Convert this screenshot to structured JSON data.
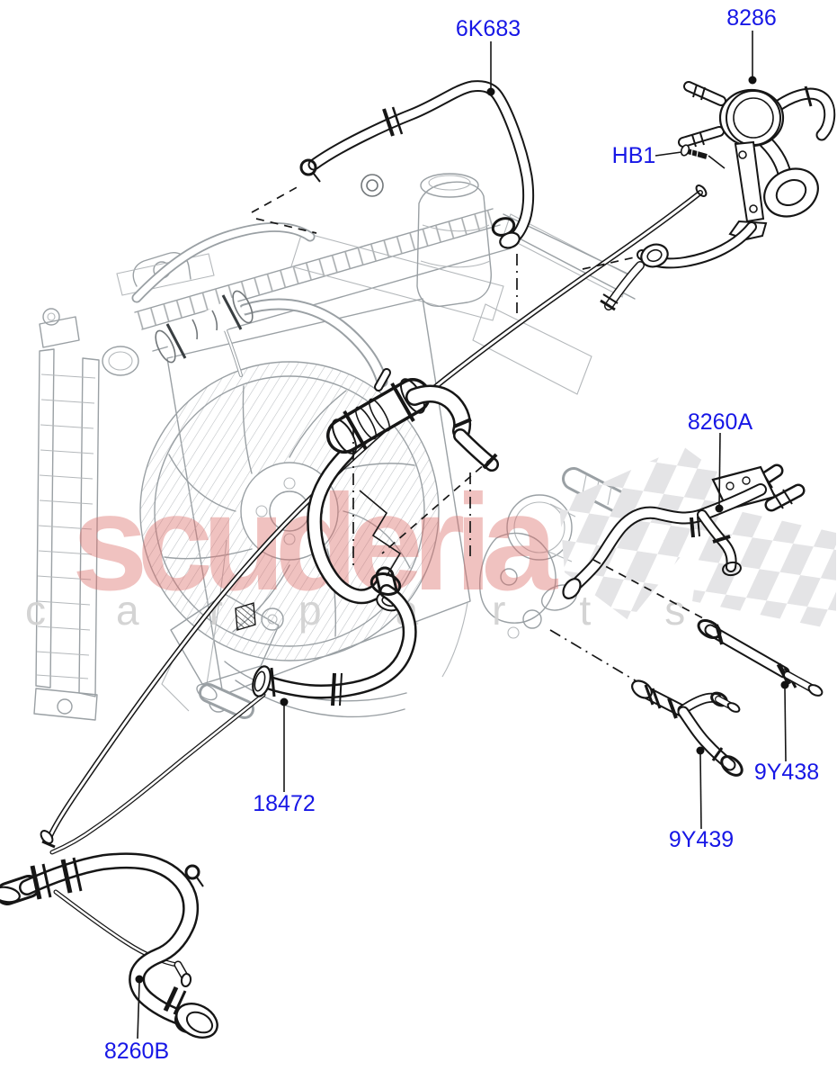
{
  "page": {
    "background": "#ffffff"
  },
  "diagram": {
    "type": "exploded-parts-illustration",
    "subject": "radiator-and-coolant-hoses",
    "callout_color": "#1717e6",
    "callouts": [
      {
        "code": "6K683"
      },
      {
        "code": "8286"
      },
      {
        "code": "HB1"
      },
      {
        "code": "8260A"
      },
      {
        "code": "18472"
      },
      {
        "code": "9Y438"
      },
      {
        "code": "9Y439"
      },
      {
        "code": "8260B"
      }
    ]
  },
  "watermark": {
    "brand": "scuderia",
    "tagline_left": "car",
    "tagline_right": "parts",
    "brand_color": "#dd6f6b",
    "tagline_color": "#d2d2d2"
  }
}
